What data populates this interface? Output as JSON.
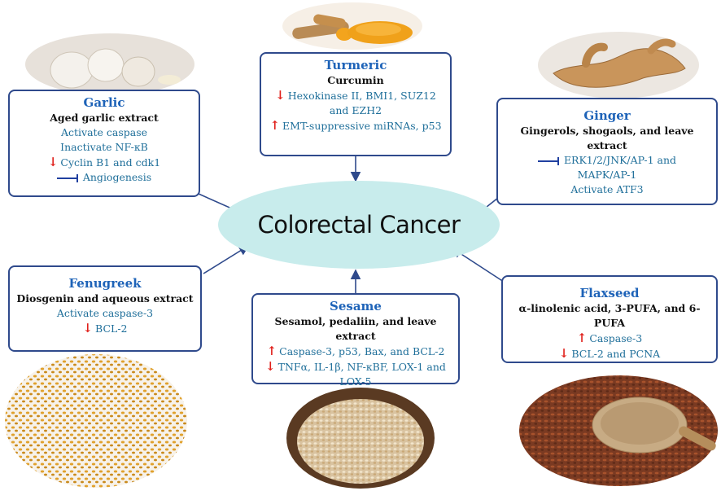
{
  "center": {
    "label": "Colorectal Cancer"
  },
  "nodes": {
    "garlic": {
      "title": "Garlic",
      "subtitle": "Aged garlic extract",
      "lines": [
        "Activate caspase",
        "Inactivate NF-κB",
        "Cyclin B1 and cdk1",
        "Angiogenesis"
      ]
    },
    "turmeric": {
      "title": "Turmeric",
      "subtitle": "Curcumin",
      "lines": [
        "Hexokinase II, BMI1, SUZ12",
        "and EZH2",
        "EMT-suppressive miRNAs, p53"
      ]
    },
    "ginger": {
      "title": "Ginger",
      "subtitle": "Gingerols,  shogaols, and leave extract",
      "lines": [
        "ERK1/2/JNK/AP-1 and",
        "MAPK/AP-1",
        "Activate ATF3"
      ]
    },
    "fenugreek": {
      "title": "Fenugreek",
      "subtitle": "Diosgenin and aqueous extract",
      "lines": [
        "Activate caspase-3",
        "BCL-2"
      ]
    },
    "sesame": {
      "title": "Sesame",
      "subtitle": "Sesamol, pedaliin, and leave extract",
      "lines": [
        "Caspase-3, p53, Bax, and BCL-2",
        "TNFα, IL-1β, NF-κBF, LOX-1 and",
        "LOX-5"
      ]
    },
    "flaxseed": {
      "title": "Flaxseed",
      "subtitle": "α-linolenic acid, 3-PUFA, and 6-PUFA",
      "lines": [
        "Caspase-3",
        "BCL-2 and PCNA"
      ]
    }
  },
  "colors": {
    "title": "#1e63b8",
    "text": "#1f6f9a",
    "border": "#2f4a8c",
    "center": "#c8ecec",
    "arrow_up_down": "#e0201b",
    "inhibit": "#2040a0"
  },
  "icons": [
    "garlic-photo",
    "turmeric-photo",
    "ginger-photo",
    "fenugreek-photo",
    "sesame-photo",
    "flaxseed-photo",
    "up-arrow-icon",
    "down-arrow-icon",
    "inhibit-icon"
  ]
}
